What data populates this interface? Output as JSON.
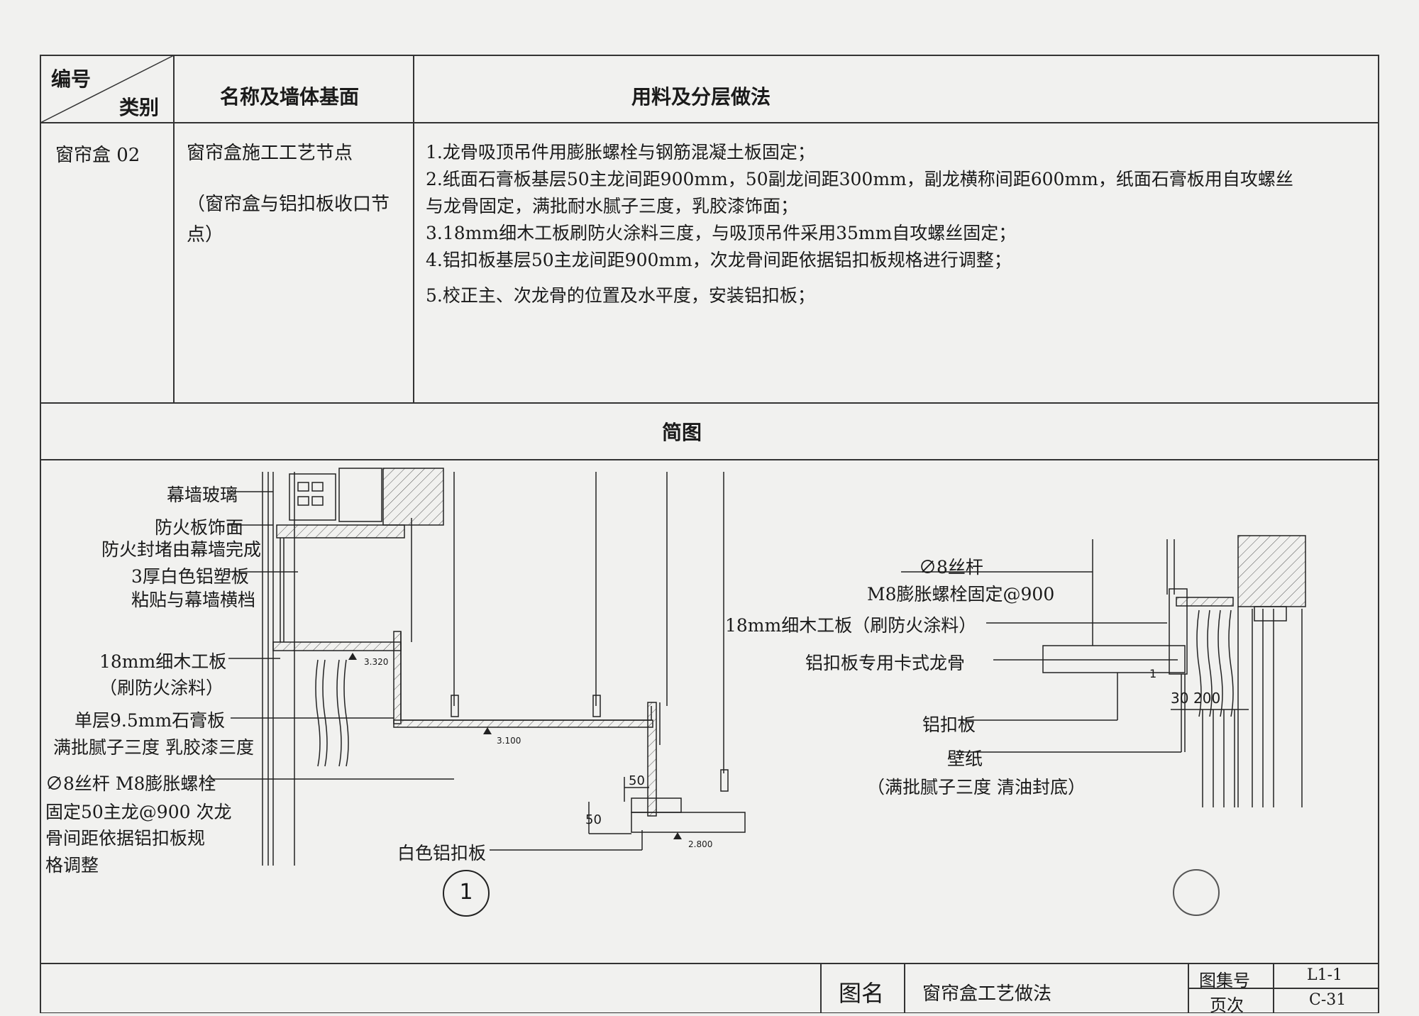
{
  "table": {
    "header": {
      "code": "编号",
      "category": "类别",
      "name": "名称及墙体基面",
      "method": "用料及分层做法"
    },
    "row": {
      "code": "窗帘盒 02",
      "name_line1": "窗帘盒施工工艺节点",
      "name_line2": "（窗帘盒与铝扣板收口节",
      "name_line3": "点）",
      "steps": [
        "1.龙骨吸顶吊件用膨胀螺栓与钢筋混凝土板固定；",
        "2.纸面石膏板基层50主龙间距900mm，50副龙间距300mm，副龙横称间距600mm，纸面石膏板用自攻螺丝",
        "与龙骨固定，满批耐水腻子三度，乳胶漆饰面；",
        "3.18mm细木工板刷防火涂料三度，与吸顶吊件采用35mm自攻螺丝固定；",
        "4.铝扣板基层50主龙间距900mm，次龙骨间距依据铝扣板规格进行调整；",
        "5.校正主、次龙骨的位置及水平度，安装铝扣板；"
      ]
    },
    "diagram_title": "简图"
  },
  "drawing1": {
    "labels": [
      "幕墙玻璃",
      "防火板饰面",
      "防火封堵由幕墙完成",
      "3厚白色铝塑板",
      "粘贴与幕墙横档",
      "18mm细木工板",
      "（刷防火涂料）",
      "单层9.5mm石膏板",
      "满批腻子三度 乳胶漆三度",
      "∅8丝杆 M8膨胀螺栓",
      "固定50主龙@900 次龙",
      "骨间距依据铝扣板规",
      "格调整",
      "白色铝扣板"
    ],
    "elevations": [
      "3.320",
      "3.100",
      "2.800"
    ],
    "dims": [
      "50",
      "50"
    ],
    "detail_no": "1"
  },
  "drawing2": {
    "labels": [
      "∅8丝杆",
      "M8膨胀螺栓固定@900",
      "18mm细木工板（刷防火涂料）",
      "铝扣板专用卡式龙骨",
      "铝扣板",
      "壁纸",
      "（满批腻子三度 清油封底）"
    ],
    "dims": [
      "30",
      "200",
      "1"
    ]
  },
  "title_block": {
    "drawing_name_label": "图名",
    "drawing_name": "窗帘盒工艺做法",
    "atlas_no_label": "图集号",
    "atlas_no": "L1-1",
    "page_label": "页次",
    "page_no": "C-31"
  }
}
